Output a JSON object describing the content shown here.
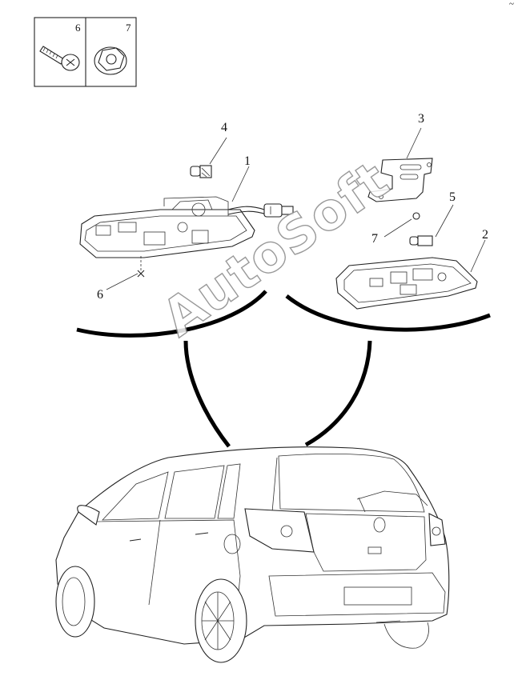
{
  "legend": {
    "items": [
      {
        "num": "6",
        "icon": "screw-icon"
      },
      {
        "num": "7",
        "icon": "flange-nut-icon"
      }
    ]
  },
  "callouts": {
    "c1": "1",
    "c2": "2",
    "c3": "3",
    "c4": "4",
    "c5": "5",
    "c6": "6",
    "c7": "7"
  },
  "watermark": "AutoSoft",
  "corner_mark": "~"
}
